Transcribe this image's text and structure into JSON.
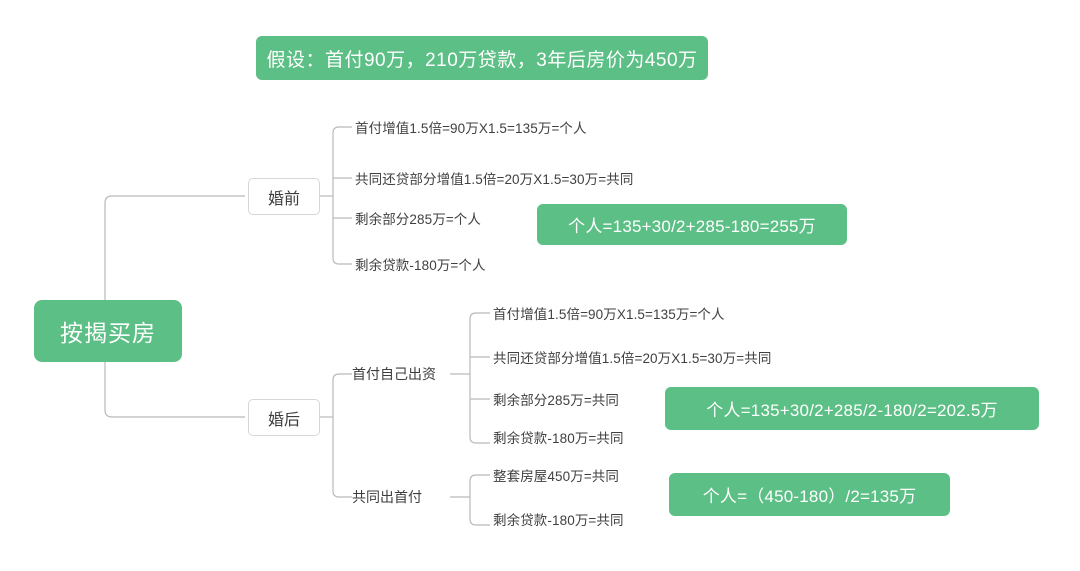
{
  "diagram": {
    "type": "mindmap",
    "title_banner": "假设：首付90万，210万贷款，3年后房价为450万",
    "root": "按揭买房",
    "accent_color": "#5CBF85",
    "text_color": "#404040",
    "line_color": "#b9b9b9",
    "branches": [
      {
        "label": "婚前",
        "leaves": [
          "首付增值1.5倍=90万X1.5=135万=个人",
          "共同还贷部分增值1.5倍=20万X1.5=30万=共同",
          "剩余部分285万=个人",
          "剩余贷款-180万=个人"
        ],
        "result": "个人=135+30/2+285-180=255万"
      },
      {
        "label": "婚后",
        "sub_branches": [
          {
            "label": "首付自己出资",
            "leaves": [
              "首付增值1.5倍=90万X1.5=135万=个人",
              "共同还贷部分增值1.5倍=20万X1.5=30万=共同",
              "剩余部分285万=共同",
              "剩余贷款-180万=共同"
            ],
            "result": "个人=135+30/2+285/2-180/2=202.5万"
          },
          {
            "label": "共同出首付",
            "leaves": [
              "整套房屋450万=共同",
              "剩余贷款-180万=共同"
            ],
            "result": "个人=（450-180）/2=135万"
          }
        ]
      }
    ]
  }
}
